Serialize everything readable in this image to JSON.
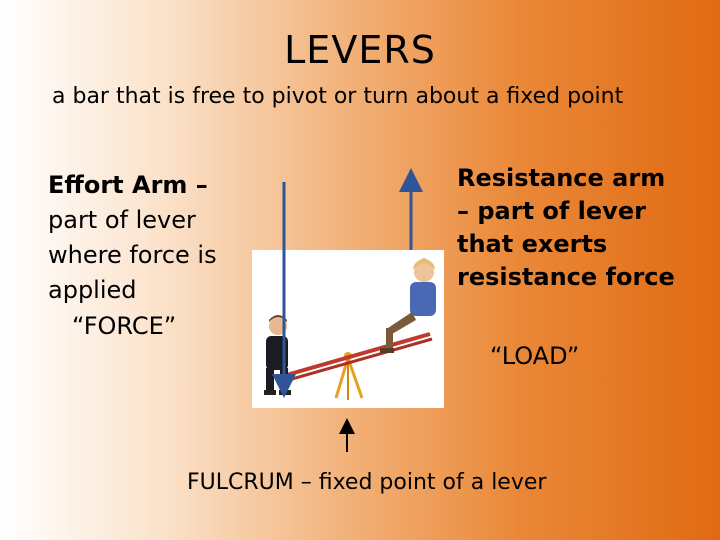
{
  "title": "LEVERS",
  "subtitle": "a bar that is free to pivot or turn about a fixed point",
  "effort": {
    "term": "Effort Arm –",
    "definition": "part of lever where force is applied"
  },
  "force_label": "“FORCE”",
  "resistance": {
    "term": "Resistance arm",
    "definition": "– part of lever that exerts resistance force"
  },
  "load_label": "“LOAD”",
  "fulcrum_label": "FULCRUM – fixed point of a lever",
  "colors": {
    "arrow_effort": "#2f5597",
    "arrow_resistance": "#2f5597",
    "arrow_fulcrum": "#000000",
    "seesaw_bar": "#c0392b",
    "seesaw_stand": "#e8a020"
  }
}
